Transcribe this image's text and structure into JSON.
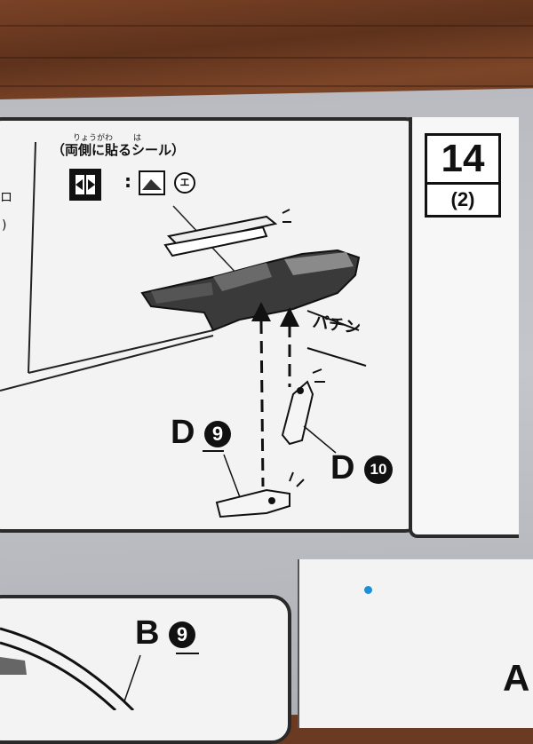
{
  "photo": {
    "step_number": "14",
    "step_sub": "(2)",
    "sticker_note": "（両側に貼るシール）",
    "ruby_ryougawa": "りょうがわ",
    "ruby_ha": "は",
    "sticker_colon": ":",
    "sticker_id": "エ",
    "snap_sound": "パチン",
    "part_upper_left": "D",
    "part_upper_left_num": "9",
    "part_right": "D",
    "part_right_num": "10",
    "part_bottom": "B",
    "part_bottom_num": "9",
    "edge_glyph_1": "ロ",
    "edge_glyph_2": ")",
    "corner_letter": "A",
    "colors": {
      "wood": "#6b3a22",
      "paper": "#c4c6cb",
      "ink": "#111111",
      "panel": "#f3f3f3",
      "blue_speck": "#1c8fd6"
    }
  }
}
